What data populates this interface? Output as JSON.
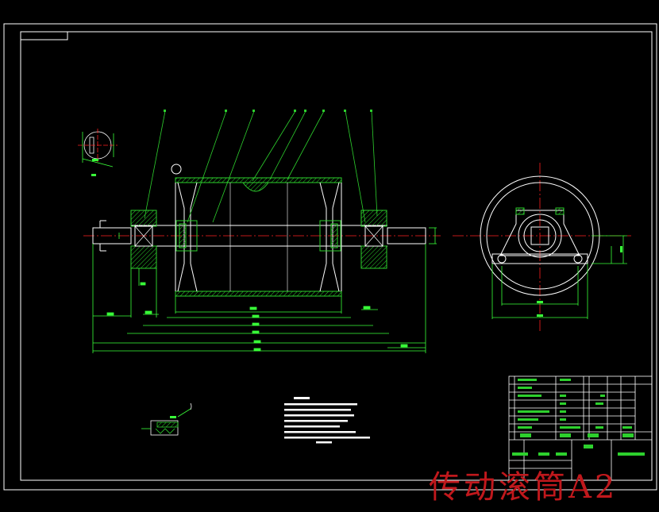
{
  "drawing": {
    "watermark_title": "传动滚筒A2",
    "colors": {
      "background": "#000000",
      "frame": "#ffffff",
      "outline": "#ffffff",
      "dimension": "#39ff39",
      "center_line": "#ff2020",
      "hatch": "#2dd02d",
      "leader": "#2dd02d",
      "watermark": "#c0181c"
    },
    "views": [
      "section-front-view",
      "side-end-view",
      "keyway-detail",
      "weld-detail"
    ]
  }
}
